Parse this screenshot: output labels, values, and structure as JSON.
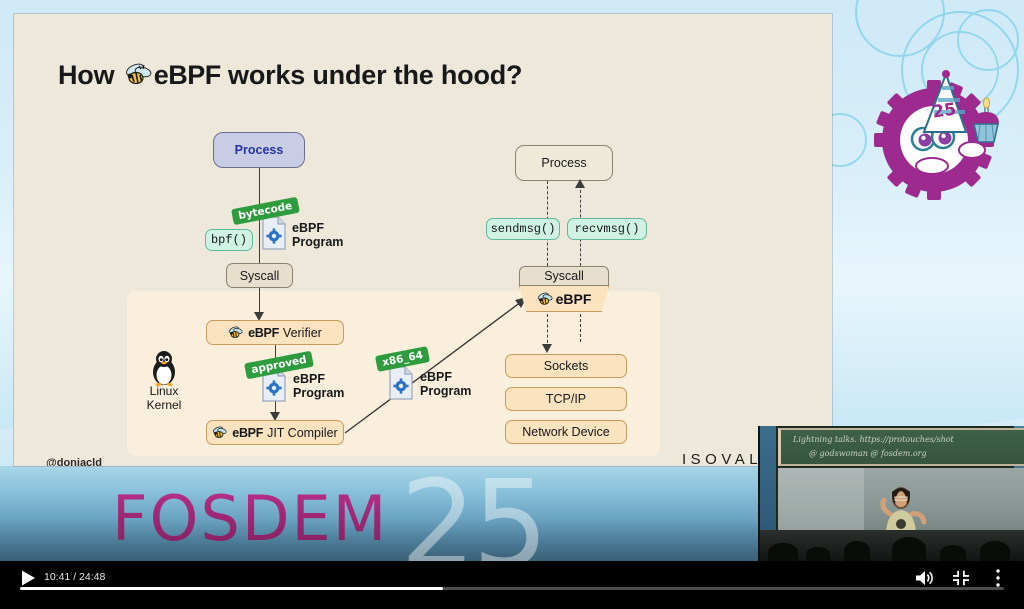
{
  "slide": {
    "title_prefix": "How ",
    "title_brand": "eBPF",
    "title_suffix": " works under the hood?",
    "handle": "@doniacld",
    "brand": "ISOVALENT",
    "background_color": "#EDE8DA",
    "kernel_region_color": "#FAEFDC"
  },
  "diagram": {
    "left": {
      "process": "Process",
      "bytecode_tag": "bytecode",
      "bpf_call": "bpf()",
      "program_line1": "eBPF",
      "program_line2": "Program",
      "syscall": "Syscall",
      "verifier_brand": "eBPF",
      "verifier_label": "Verifier",
      "approved_tag": "approved",
      "kernel_program_line1": "eBPF",
      "kernel_program_line2": "Program",
      "jit_brand": "eBPF",
      "jit_label": "JIT Compiler",
      "linux_line1": "Linux",
      "linux_line2": "Kernel"
    },
    "middle": {
      "arch_tag": "x86_64",
      "program_line1": "eBPF",
      "program_line2": "Program"
    },
    "right": {
      "process": "Process",
      "sendmsg": "sendmsg()",
      "recvmsg": "recvmsg()",
      "syscall": "Syscall",
      "ebpf_hook": "eBPF",
      "sockets": "Sockets",
      "tcpip": "TCP/IP",
      "network_device": "Network Device"
    }
  },
  "branding": {
    "fosdem": "FOSDEM",
    "year": "25",
    "fosdem_color": "#a32878"
  },
  "player": {
    "current_time": "10:41",
    "separator": " / ",
    "total_time": "24:48",
    "time_display": "10:41 / 24:48",
    "progress_percent": 43,
    "play_icon": "play-icon",
    "volume_icon": "volume-icon",
    "fullscreen_icon": "fullscreen-exit-icon",
    "menu_icon": "more-options-icon"
  }
}
